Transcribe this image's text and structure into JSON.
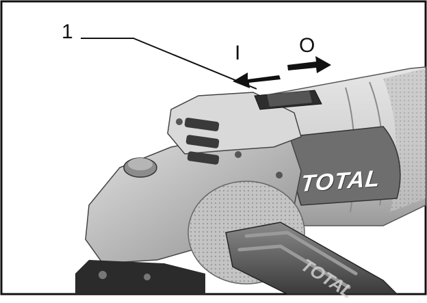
{
  "callout": {
    "number": "1"
  },
  "switch_symbols": {
    "on": "I",
    "off": "O"
  },
  "brand": {
    "text": "TOTAL",
    "text_on_handle": "TOTAL"
  },
  "colors": {
    "ink": "#111111",
    "metal": "#c9c9c9",
    "body": "#dcdcdc",
    "dark": "#3a3a3a",
    "white": "#ffffff"
  }
}
